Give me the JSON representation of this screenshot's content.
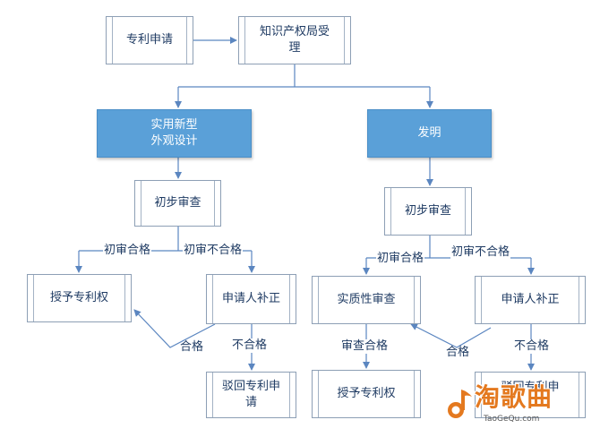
{
  "nodes": {
    "patent_application": "专利申请",
    "ipo_acceptance": "知识产权局受\n理",
    "utility_design": "实用新型\n外观设计",
    "invention": "发明",
    "prelim_left": "初步审查",
    "prelim_right": "初步审查",
    "grant_left": "授予专利权",
    "correction_left": "申请人补正",
    "reject_left": "驳回专利申\n请",
    "substantive": "实质性审查",
    "correction_right": "申请人补正",
    "grant_right": "授予专利权",
    "reject_right": "驳回专利申"
  },
  "labels": {
    "pass_left": "初审合格",
    "fail_left": "初审不合格",
    "qualified_left": "合格",
    "unqualified_left": "不合格",
    "pass_right": "初审合格",
    "fail_right": "初审不合格",
    "review_pass": "审查合格",
    "qualified_right": "合格",
    "unqualified_right": "不合格"
  },
  "watermark": {
    "brand": "淘歌曲",
    "site": "TaoGeQu.com"
  },
  "colors": {
    "line": "#5b86c0",
    "box_border": "#8d9fb5",
    "accent_fill": "#5aa0d8",
    "text": "#1f3b63",
    "watermark": "#e4791f"
  }
}
